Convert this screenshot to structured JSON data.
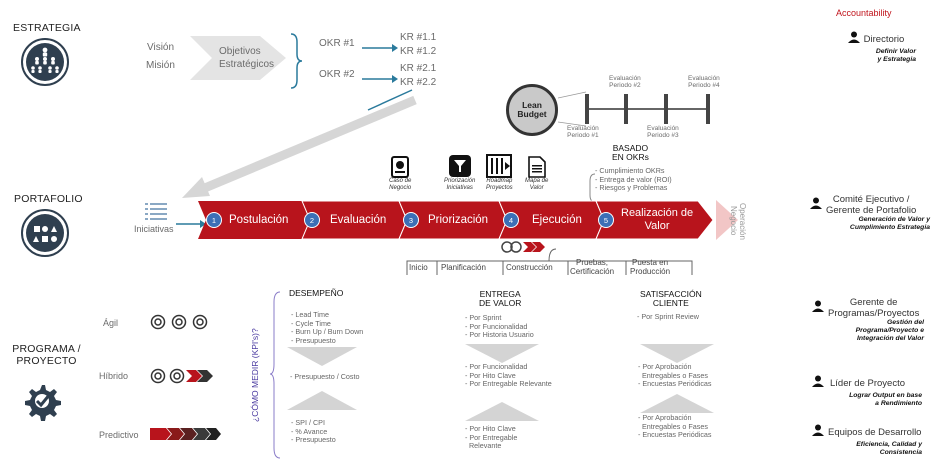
{
  "levels": {
    "estrategia": "ESTRATEGIA",
    "portafolio": "PORTAFOLIO",
    "programa": "PROGRAMA /",
    "proyecto": "PROYECTO"
  },
  "strategy": {
    "vision": "Visión",
    "mision": "Misión",
    "objetivos_1": "Objetivos",
    "objetivos_2": "Estratégicos",
    "okr1": "OKR #1",
    "okr2": "OKR #2",
    "kr11": "KR #1.1",
    "kr12": "KR #1.2",
    "kr21": "KR #2.1",
    "kr22": "KR #2.2"
  },
  "lean_budget": {
    "label_1": "Lean",
    "label_2": "Budget",
    "eval1": "Evaluación\nPeriodo #1",
    "eval2": "Evaluación\nPeriodo #2",
    "eval3": "Evaluación\nPeriodo #3",
    "eval4": "Evaluación\nPeriodo #4"
  },
  "accountability": {
    "title": "Accountability",
    "accent": "#c0141c",
    "roles": [
      {
        "name": "Directorio",
        "desc": "Definir Valor\ny Estrategia"
      },
      {
        "name": "Comité Ejecutivo /\nGerente de Portafolio",
        "desc": "Generación de Valor y\nCumplimiento Estrategia"
      },
      {
        "name": "Gerente de\nProgramas/Proyectos",
        "desc": "Gestión del\nPrograma/Proyecto e\nIntegración del Valor"
      },
      {
        "name": "Líder de Proyecto",
        "desc": "Lograr Output en base\na Rendimiento"
      },
      {
        "name": "Equipos de Desarrollo",
        "desc": "Eficiencia, Calidad y\nConsistencia"
      }
    ]
  },
  "portfolio": {
    "iniciativas": "Iniciativas",
    "operacion_negocio": "Operación\nNegocio",
    "stages": [
      {
        "num": "1",
        "label": "Postulación"
      },
      {
        "num": "2",
        "label": "Evaluación"
      },
      {
        "num": "3",
        "label": "Priorización"
      },
      {
        "num": "4",
        "label": "Ejecución"
      },
      {
        "num": "5",
        "label": "Realización de\nValor"
      }
    ],
    "tools": [
      {
        "icon": "document-badge-icon",
        "label": "Caso de\nNegocio"
      },
      {
        "icon": "funnel-icon",
        "label": "Priorización\nIniciativas"
      },
      {
        "icon": "roadmap-icon",
        "label": "Roadmap\nProyectos"
      },
      {
        "icon": "file-icon",
        "label": "Mapa de\nValor"
      }
    ],
    "basado_title": "BASADO\nEN OKRs",
    "basado_items": "- Cumplimiento OKRs\n- Entrega de valor (ROI)\n- Riesgos y Problemas",
    "subphases": [
      "Inicio",
      "Planificación",
      "Construcción",
      "Pruebas,\nCertificación",
      "Puesta en\nProducción"
    ],
    "brand_red": "#c0141c"
  },
  "project": {
    "types": [
      "Ágil",
      "Híbrido",
      "Predictivo"
    ],
    "como_medir": "¿CÓMO MEDIR (KPI's)?",
    "columns": [
      {
        "title": "DESEMPEÑO",
        "rows": [
          "- Lead Time\n- Cycle Time\n- Burn Up / Burn Down\n- Presupuesto",
          "- Presupuesto / Costo",
          "- SPI / CPI\n- % Avance\n- Presupuesto"
        ]
      },
      {
        "title": "ENTREGA\nDE VALOR",
        "rows": [
          "- Por Sprint\n- Por Funcionalidad\n- Por Historia Usuario",
          "- Por Funcionalidad\n- Por Hito Clave\n- Por Entregable Relevante",
          "- Por Hito Clave\n- Por Entregable\n  Relevante"
        ]
      },
      {
        "title": "SATISFACCIÓN\nCLIENTE",
        "rows": [
          "- Por Sprint Review",
          "- Por Aprobación\n  Entregables o Fases\n- Encuestas Periódicas",
          "- Por Aprobación\n  Entregables o Fases\n- Encuestas Periódicas"
        ]
      }
    ]
  }
}
